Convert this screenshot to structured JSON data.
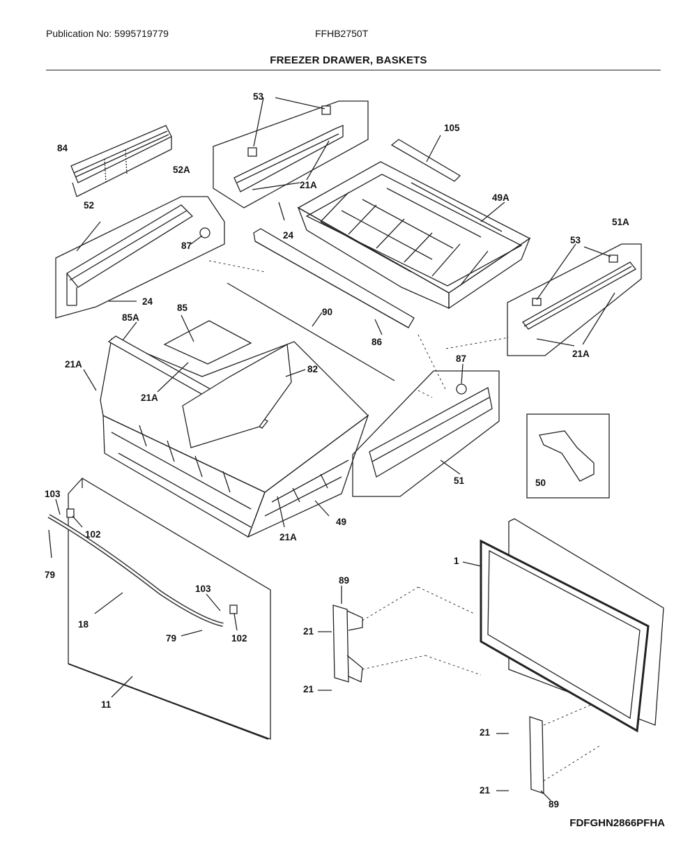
{
  "header": {
    "publication": "Publication No: 5995719779",
    "model": "FFHB2750T",
    "title": "FREEZER DRAWER, BASKETS"
  },
  "footer": {
    "code": "FDFGHN2866PFHA"
  },
  "labels": {
    "l53_top": "53",
    "l105": "105",
    "l84": "84",
    "l52A": "52A",
    "l21A_slide": "21A",
    "l49A": "49A",
    "l52": "52",
    "l24_top": "24",
    "l87_left": "87",
    "l51A": "51A",
    "l53_right": "53",
    "l24_left": "24",
    "l85": "85",
    "l90": "90",
    "l85A": "85A",
    "l86": "86",
    "l21A_rightslide": "21A",
    "l21A_basket_left": "21A",
    "l82": "82",
    "l87_right": "87",
    "l21A_basket_mid": "21A",
    "l50": "50",
    "l51": "51",
    "l103_top": "103",
    "l102_top": "102",
    "l49": "49",
    "l21A_bottom": "21A",
    "l79_left": "79",
    "l1": "1",
    "l89_top": "89",
    "l103_bot": "103",
    "l18": "18",
    "l21_a": "21",
    "l79_bot": "79",
    "l102_bot": "102",
    "l21_b": "21",
    "l11": "11",
    "l21_c": "21",
    "l21_d": "21",
    "l89_bot": "89"
  }
}
